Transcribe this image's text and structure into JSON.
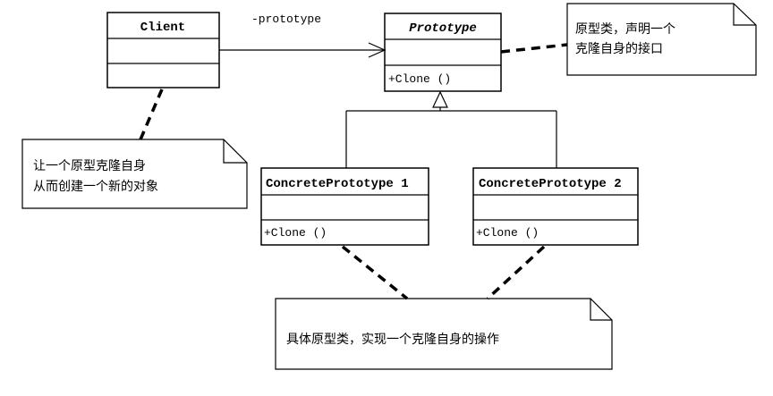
{
  "classes": {
    "client": {
      "name": "Client"
    },
    "prototype": {
      "name": "Prototype",
      "operation": "+Clone ()"
    },
    "concrete1": {
      "name": "ConcretePrototype 1",
      "operation": "+Clone ()"
    },
    "concrete2": {
      "name": "ConcretePrototype 2",
      "operation": "+Clone ()"
    }
  },
  "association": {
    "label": "-prototype"
  },
  "notes": {
    "prototype_note": [
      "原型类，声明一个",
      "克隆自身的接口"
    ],
    "client_note": [
      "让一个原型克隆自身",
      "从而创建一个新的对象"
    ],
    "concrete_note": [
      "具体原型类，实现一个克隆自身的操作"
    ]
  }
}
